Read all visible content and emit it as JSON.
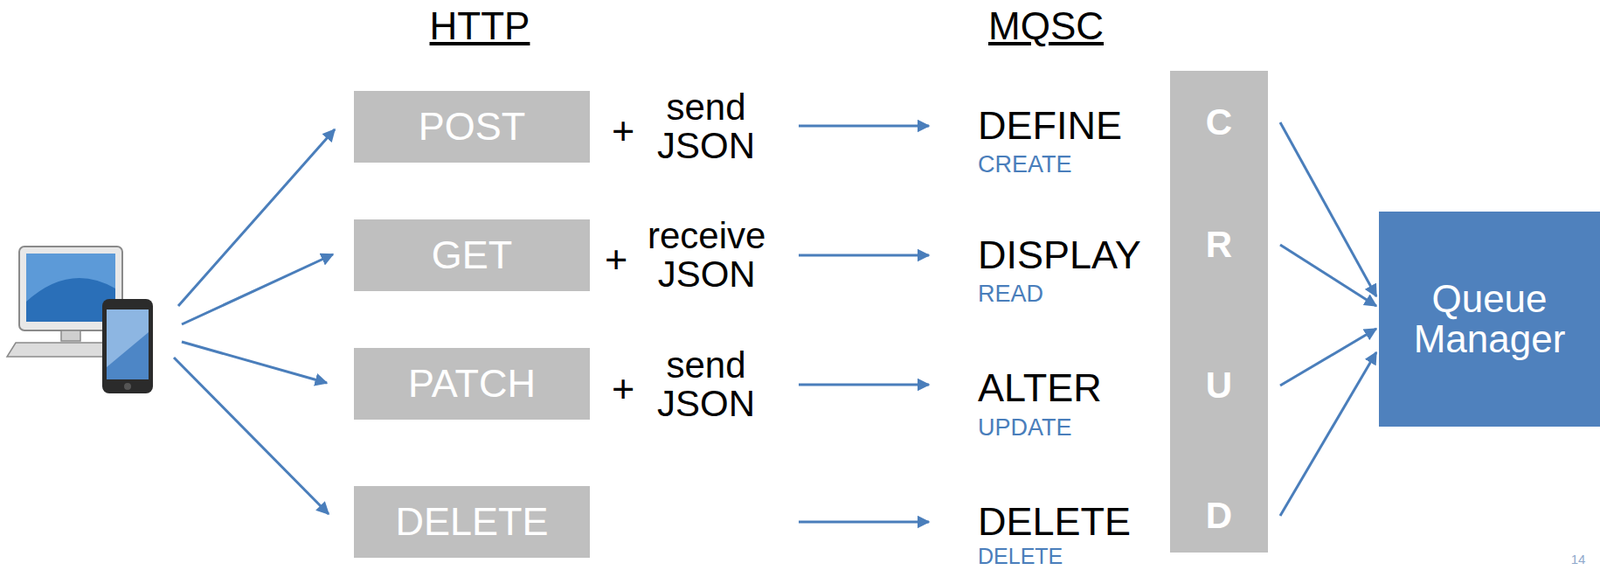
{
  "diagram": {
    "nodes": [
      {
        "text": [
          "POST"
        ]
      },
      {
        "text": [
          "GET"
        ]
      },
      {
        "text": [
          "PATCH"
        ]
      },
      {
        "text": [
          "DELETE"
        ]
      },
      {
        "text": [
          "C",
          "R",
          "U",
          "D"
        ]
      },
      {
        "text": [
          "Queue Manager"
        ]
      }
    ],
    "edges": [
      {
        "from": 4,
        "to": 5,
        "arrow": "to"
      },
      {
        "from": 4,
        "to": 5,
        "arrow": "to"
      },
      {
        "from": 4,
        "to": 5,
        "arrow": "to"
      },
      {
        "from": 4,
        "to": 5,
        "arrow": "to"
      }
    ],
    "labels": [
      "HTTP",
      "MQSC",
      "+",
      "send JSON",
      "DEFINE",
      "CREATE",
      "+",
      "receive JSON",
      "DISPLAY",
      "READ",
      "+",
      "send JSON",
      "ALTER",
      "UPDATE",
      "DELETE",
      "DELETE",
      "14"
    ]
  }
}
